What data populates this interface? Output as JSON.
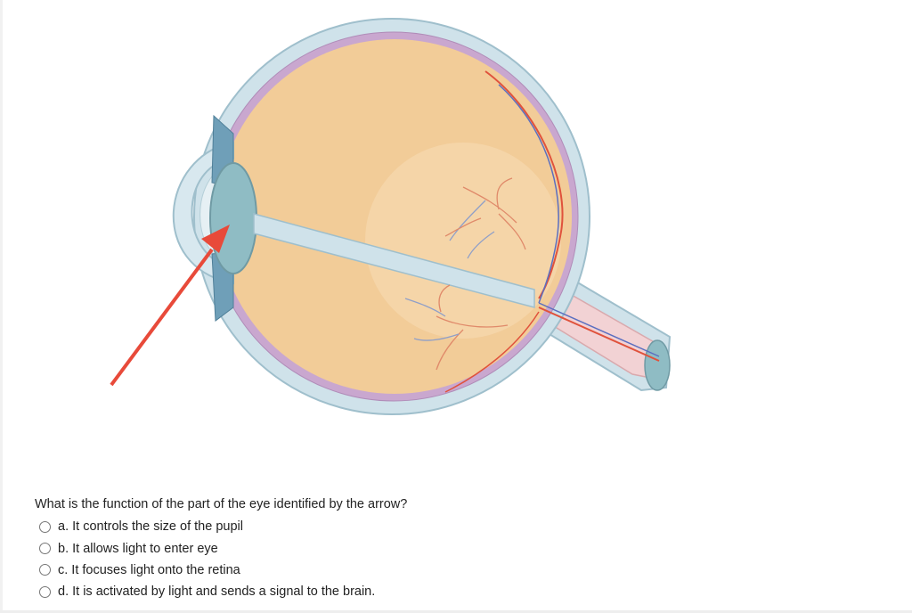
{
  "figure": {
    "icon": "eye-anatomy-diagram",
    "arrow_color": "#e84a3a",
    "colors": {
      "sclera": "#cfe2ea",
      "vitreous": "#f2cc98",
      "lens": "#8fbcc4",
      "choroid": "#c9a7cf",
      "optic_nerve": "#f2d2d4",
      "vessel_red": "#e0523c",
      "vessel_blue": "#5b6fc0"
    }
  },
  "quiz": {
    "question": "What is the function of the part of the eye identified by the arrow?",
    "options": [
      {
        "letter": "a.",
        "text": "It controls the size of the pupil",
        "label": "a. It controls the size of the pupil",
        "selected": false
      },
      {
        "letter": "b.",
        "text": "It allows light to enter eye",
        "label": "b. It allows light to enter eye",
        "selected": false
      },
      {
        "letter": "c.",
        "text": "It focuses light onto the retina",
        "label": "c. It focuses light onto the retina",
        "selected": false
      },
      {
        "letter": "d.",
        "text": "It is activated by light and sends a signal to the brain.",
        "label": "d. It is activated by light and sends a signal to the brain.",
        "selected": false
      }
    ]
  }
}
